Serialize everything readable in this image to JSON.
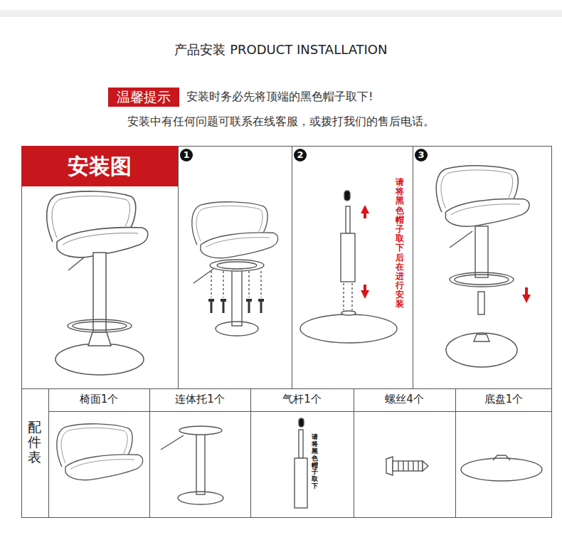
{
  "diagram": {
    "title": "产品安装 PRODUCT INSTALLATION",
    "nodes": [
      {
        "text": [
          "温馨提示"
        ]
      },
      {
        "text": [
          "安装图"
        ]
      }
    ],
    "labels": [
      "安装时务必先将顶端的黑色帽子取下!",
      "安装中有任何问题可联系在线客服，或拨打我们的售后电话。",
      "1",
      "2",
      "3",
      "请将黑色帽子取下后在进行安装",
      "配件表",
      "椅面1个",
      "连体托1个",
      "气杆1个",
      "螺丝4个",
      "底盘1个",
      "请将黑色帽子取下"
    ]
  }
}
